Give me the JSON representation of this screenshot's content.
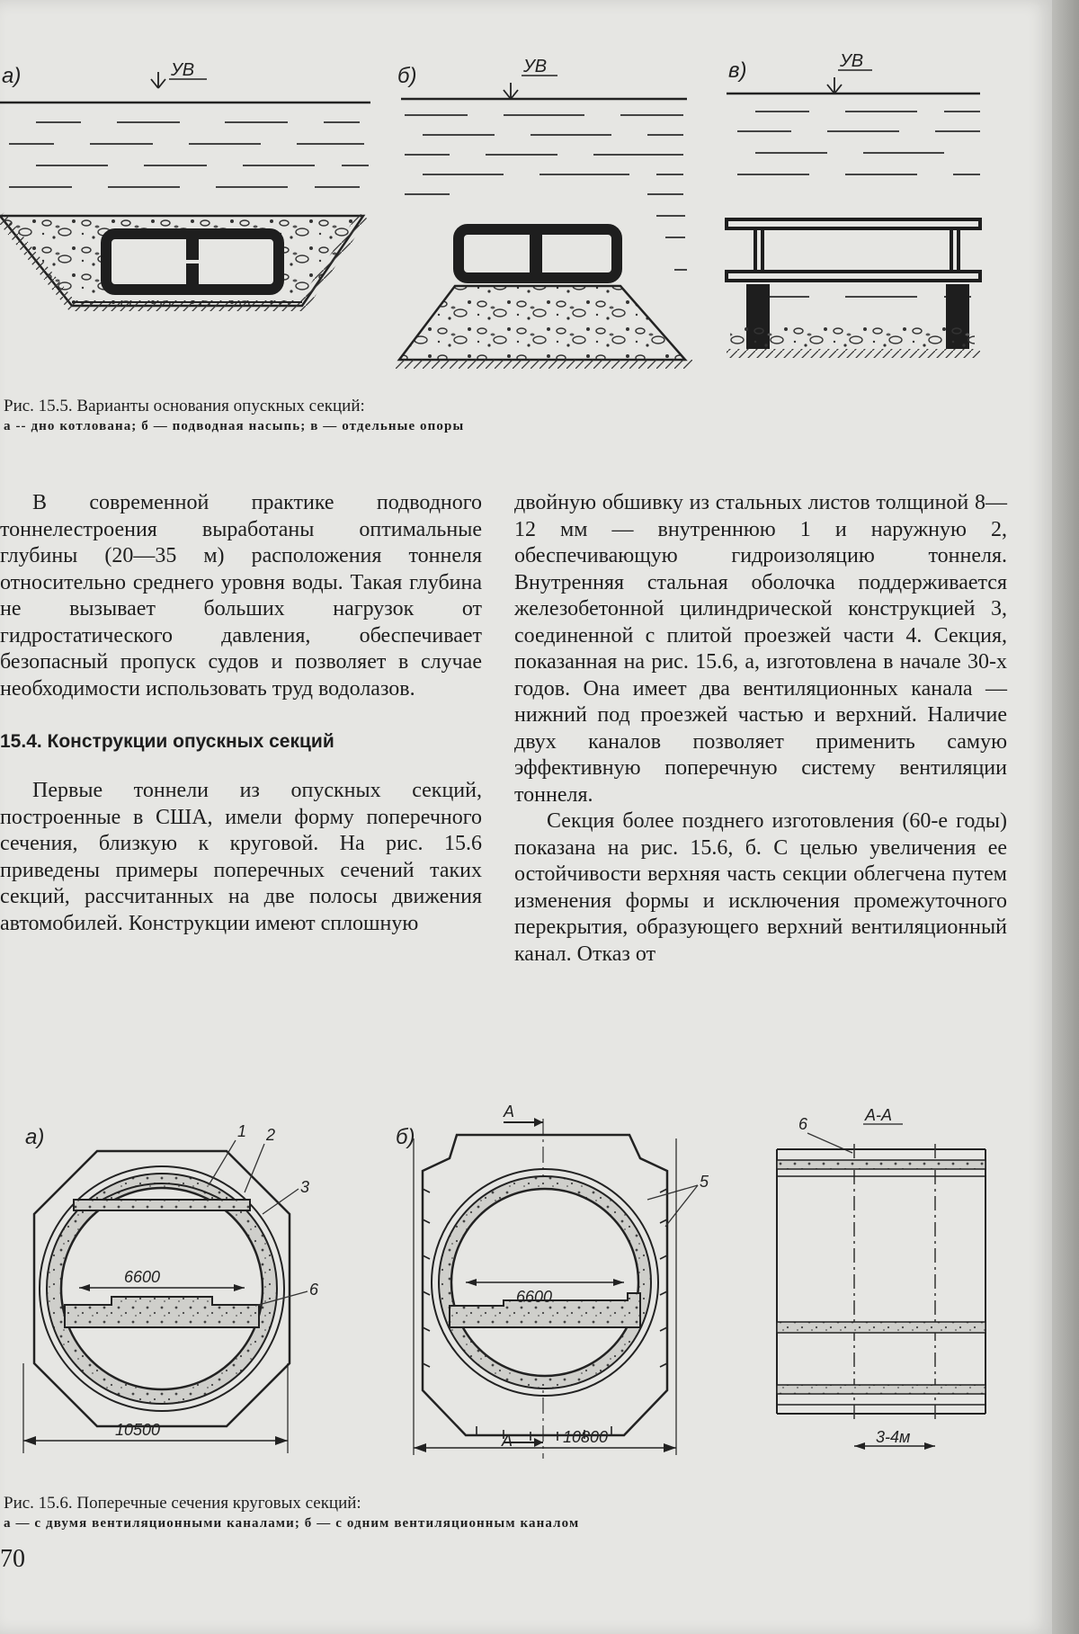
{
  "figure1": {
    "panels": [
      {
        "letter": "а)",
        "water_label": "УВ"
      },
      {
        "letter": "б)",
        "water_label": "УВ"
      },
      {
        "letter": "в)",
        "water_label": "УВ"
      }
    ],
    "caption": "Рис. 15.5. Варианты основания опускных секций:",
    "caption_sub": "а -- дно котлована; б — подводная насыпь; в — отдельные опоры"
  },
  "left_column": {
    "para1": "В современной практике подводного тоннелестроения выработаны оптимальные глубины (20—35 м) расположения тоннеля относительно среднего уровня воды. Такая глубина не вызывает больших нагрузок от гидростатического давления, обеспечивает безопасный пропуск судов и позволяет в случае необходимости использовать труд водолазов.",
    "heading": "15.4. Конструкции опускных секций",
    "para2": "Первые тоннели из опускных секций, построенные в США, имели форму поперечного сечения, близкую к круговой. На рис. 15.6 приведены примеры поперечных сечений таких секций, рассчитанных на две полосы движения автомобилей. Конструкции имеют сплошную"
  },
  "right_column": {
    "para1": "двойную обшивку из стальных листов толщиной 8—12 мм — внутреннюю 1 и наружную 2, обеспечивающую гидроизоляцию тоннеля. Внутренняя стальная оболочка поддерживается железобетонной цилиндрической конструкцией 3, соединенной с плитой проезжей части 4. Секция, показанная на рис. 15.6, а, изготовлена в начале 30-х годов. Она имеет два вентиляционных канала — нижний под проезжей частью и верхний. Наличие двух каналов позволяет применить самую эффективную поперечную систему вентиляции тоннеля.",
    "para2": "Секция более позднего изготовления (60-е годы) показана на рис. 15.6, б. С целью увеличения ее остойчивости верхняя часть секции облегчена путем изменения формы и исключения промежуточного перекрытия, образующего верхний вентиляционный канал. Отказ от"
  },
  "figure2": {
    "panel_a": {
      "letter": "а)",
      "callouts": [
        "1",
        "2",
        "3",
        "6"
      ],
      "inner_dim": "6600",
      "outer_dim": "10500"
    },
    "panel_b": {
      "letter": "б)",
      "section_mark_top": "А",
      "section_mark_bottom": "А",
      "callout": "5",
      "inner_dim": "6600",
      "outer_dim": "10800"
    },
    "panel_c": {
      "title": "А-А",
      "callout": "6",
      "dim": "3-4м"
    },
    "caption": "Рис. 15.6. Поперечные сечения круговых секций:",
    "caption_sub": "а — с двумя вентиляционными каналами; б — с одним вентиляционным каналом"
  },
  "page_number": "70"
}
